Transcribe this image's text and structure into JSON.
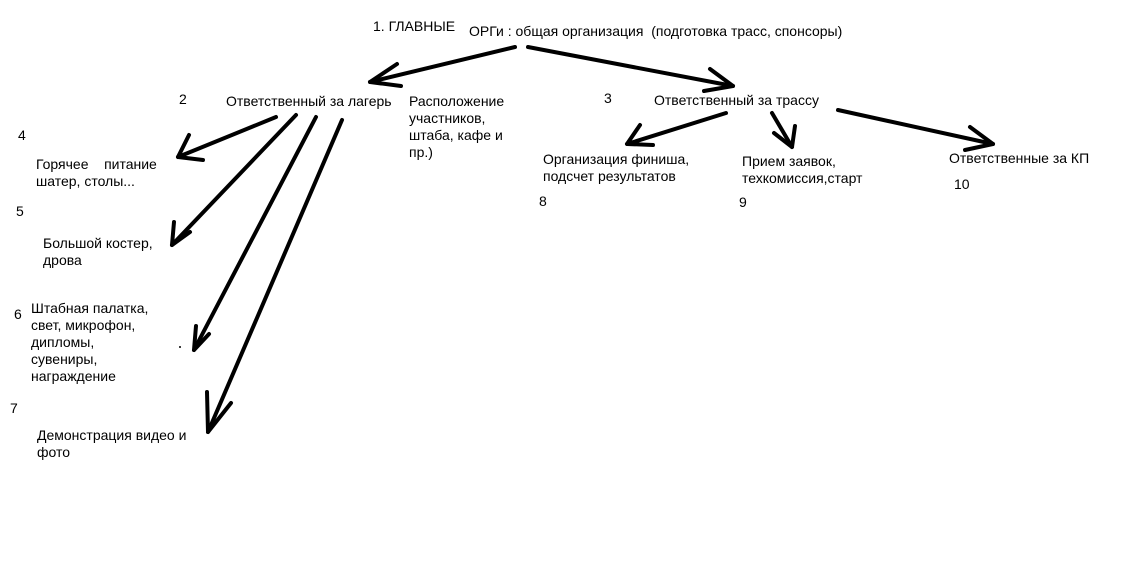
{
  "diagram": {
    "nodes": {
      "main": {
        "number": "1. ГЛАВНЫЕ",
        "text": "ОРГи : общая организация  (подготовка трасс, спонсоры)"
      },
      "camp": {
        "number": "2",
        "text": "Ответственный за лагерь"
      },
      "placement": {
        "text": "Расположение\nучастников,\nштаба, кафе и\nпр.)"
      },
      "track": {
        "number": "3",
        "text": "Ответственный за трассу"
      },
      "food": {
        "number": "4",
        "text": "Горячее    питание\nшатер, столы..."
      },
      "fire": {
        "number": "5",
        "text": "Большой костер,\nдрова"
      },
      "hq": {
        "number": "6",
        "text": "Штабная палатка,\nсвет, микрофон,\nдипломы,\nсувениры,\nнаграждение"
      },
      "video": {
        "number": "7",
        "text": "Демонстрация видео и\nфото"
      },
      "finish": {
        "number": "8",
        "text": "Организация финиша,\nподсчет результатов"
      },
      "registration": {
        "number": "9",
        "text": "Прием заявок,\nтехкомиссия,старт"
      },
      "checkpoints": {
        "number": "10",
        "text": "Ответственные за КП"
      }
    },
    "edges": [
      {
        "from": "main",
        "to": "camp"
      },
      {
        "from": "main",
        "to": "track"
      },
      {
        "from": "camp",
        "to": "food"
      },
      {
        "from": "camp",
        "to": "fire"
      },
      {
        "from": "camp",
        "to": "hq"
      },
      {
        "from": "camp",
        "to": "video"
      },
      {
        "from": "track",
        "to": "finish"
      },
      {
        "from": "track",
        "to": "registration"
      },
      {
        "from": "track",
        "to": "checkpoints"
      }
    ]
  }
}
